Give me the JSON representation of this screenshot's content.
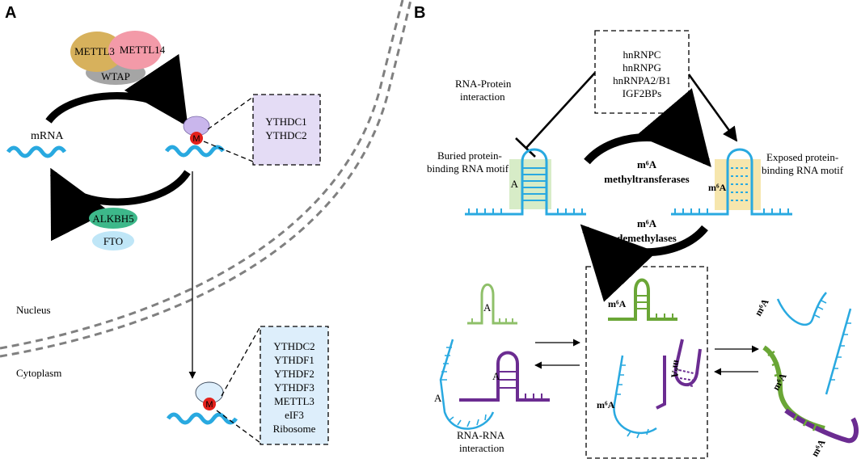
{
  "panel_a": {
    "label": "A",
    "writers": [
      "METTL3",
      "METTL14",
      "WTAP"
    ],
    "mrna_label": "mRNA",
    "modification_mark": "M",
    "erasers": [
      "ALKBH5",
      "FTO"
    ],
    "nuclear_readers": [
      "YTHDC1",
      "YTHDC2"
    ],
    "cytoplasm_readers": [
      "YTHDC2",
      "YTHDF1",
      "YTHDF2",
      "YTHDF3",
      "METTL3",
      "eIF3",
      "Ribosome"
    ],
    "compartments": {
      "nucleus": "Nucleus",
      "cytoplasm": "Cytoplasm"
    }
  },
  "panel_b": {
    "label": "B",
    "rbp_list": [
      "hnRNPC",
      "hnRNPG",
      "hnRNPA2/B1",
      "IGF2BPs"
    ],
    "rna_protein_label": [
      "RNA-Protein",
      "interaction"
    ],
    "buried_label": [
      "Buried protein-",
      "binding RNA motif"
    ],
    "exposed_label": [
      "Exposed protein-",
      "binding RNA motif"
    ],
    "methyltransferases": [
      "m⁶A",
      "methyltransferases"
    ],
    "demethylases": [
      "m⁶A",
      "demethylases"
    ],
    "adenosine": "A",
    "m6a": "m⁶A",
    "rna_rna_label": [
      "RNA-RNA",
      "interaction"
    ]
  },
  "colors": {
    "blue_rna": "#29a9e0",
    "green_rna": "#6aa636",
    "light_green_rna": "#8fc06a",
    "purple_rna": "#6b2c91",
    "mettl3": "#d7b15c",
    "mettl14": "#f39aa8",
    "wtap": "#a5a5a5",
    "alkbh5": "#3db88a",
    "fto": "#bfe6f7",
    "reader_box_nucleus": "#e4dcf5",
    "reader_box_cyto": "#ddeefb",
    "m_badge": "#e3201b",
    "reader_bubble": "#c9b6ec",
    "membrane": "#808080",
    "m6a_text": "#e3201b",
    "green_highlight": "#d7ecc7",
    "yellow_highlight": "#f6e6ad"
  }
}
